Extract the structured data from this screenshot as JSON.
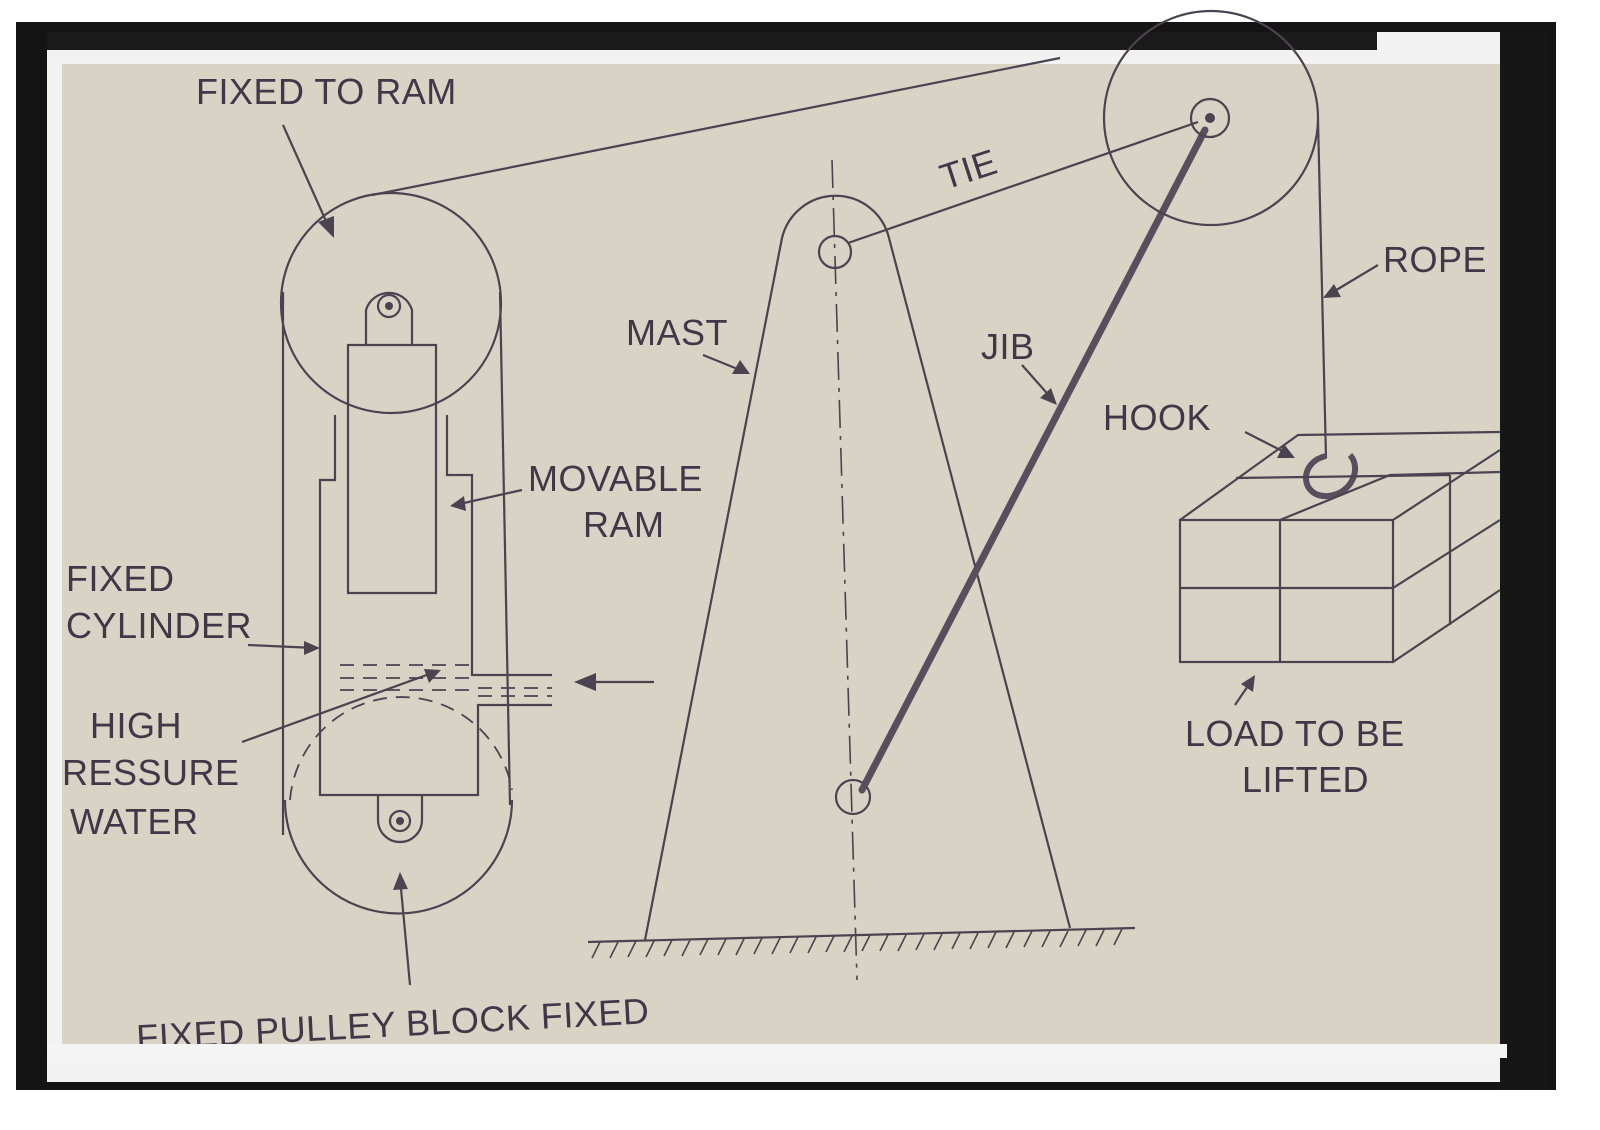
{
  "labels": {
    "fixed_to_ram": "FIXED TO RAM",
    "tie": "TIE",
    "rope": "ROPE",
    "mast": "MAST",
    "jib": "JIB",
    "hook": "HOOK",
    "movable_ram_line1": "MOVABLE",
    "movable_ram_line2": "RAM",
    "fixed_cylinder_line1": "FIXED",
    "fixed_cylinder_line2": "CYLINDER",
    "high_pressure_line1": "HIGH",
    "high_pressure_line2": "RESSURE",
    "high_pressure_line3": "WATER",
    "load_line1": "LOAD TO BE",
    "load_line2": "LIFTED",
    "fixed_pulley_block": "FIXED PULLEY BLOCK FIXED"
  },
  "colors": {
    "paper": "#d8d3c4",
    "ink": "#4a4350",
    "frame": "#111111"
  }
}
